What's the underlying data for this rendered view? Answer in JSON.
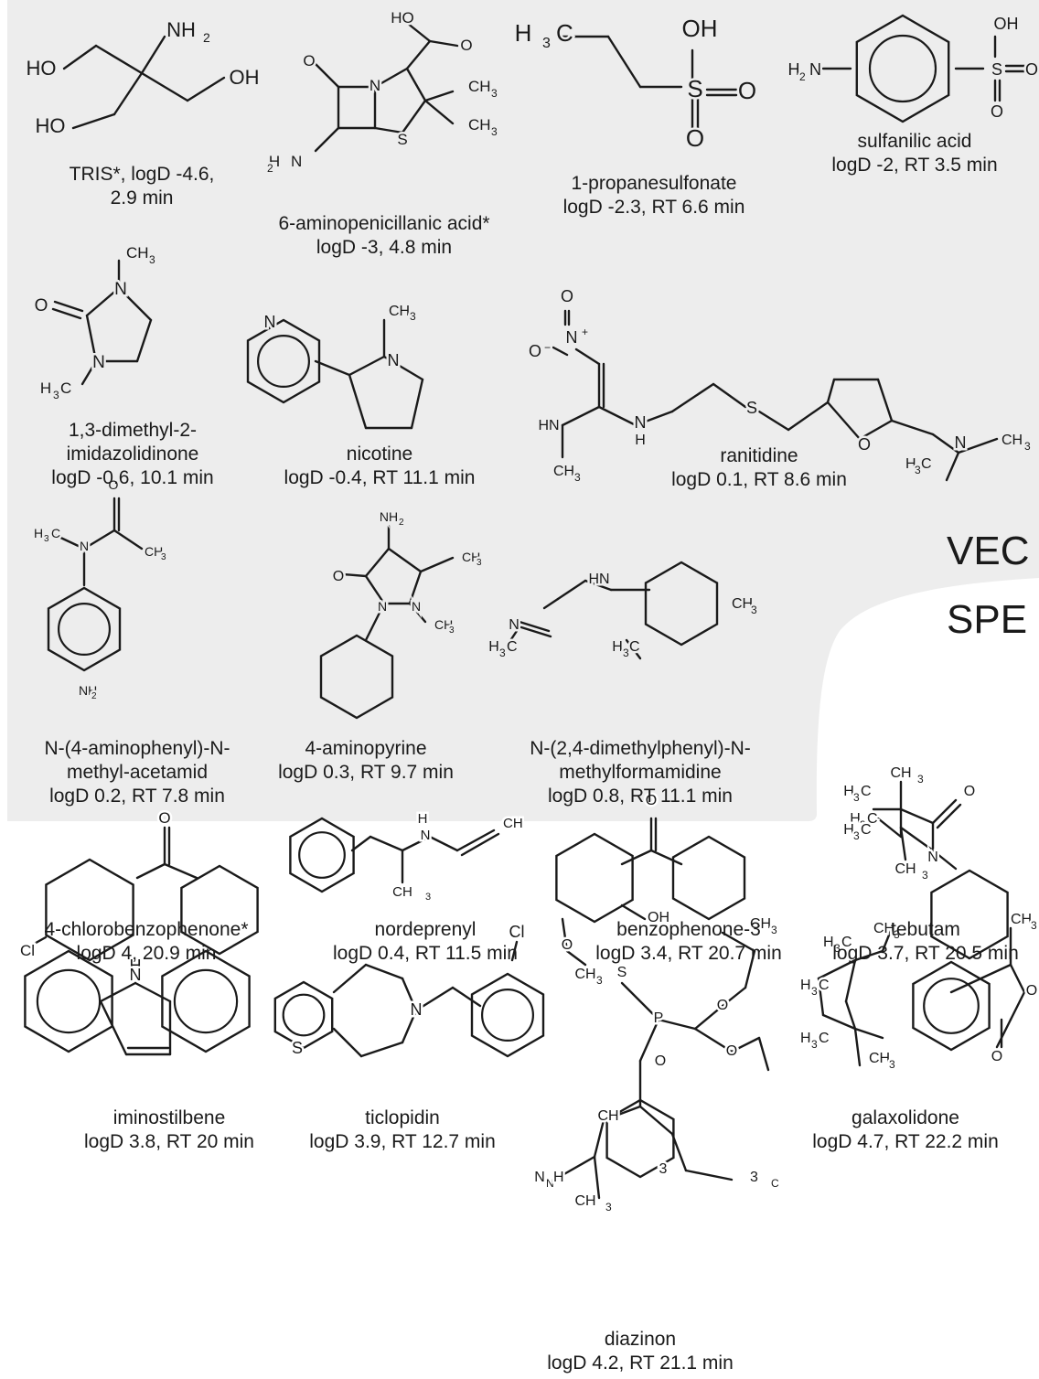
{
  "regions": {
    "vec": "VEC",
    "spe": "SPE"
  },
  "compounds": [
    {
      "id": "tris",
      "lines": [
        "TRIS*, logD -4.6,",
        "2.9 min"
      ],
      "atoms": [
        "HO",
        "HO",
        "OH",
        "NH",
        "2"
      ]
    },
    {
      "id": "apa",
      "lines": [
        "6-aminopenicillanic acid*",
        "logD -3, 4.8 min"
      ],
      "atoms": [
        "HO",
        "O",
        "O",
        "N",
        "S",
        "CH",
        "3",
        "CH",
        "3",
        "H",
        "2",
        "N"
      ]
    },
    {
      "id": "propanesulfonate",
      "lines": [
        "1-propanesulfonate",
        "logD -2.3, RT 6.6 min"
      ],
      "atoms": [
        "H",
        "3",
        "C",
        "OH",
        "S",
        "O",
        "O"
      ]
    },
    {
      "id": "sulfanilic",
      "lines": [
        "sulfanilic acid",
        "logD -2, RT 3.5 min"
      ],
      "atoms": [
        "H",
        "2",
        "N",
        "OH",
        "S",
        "O",
        "O"
      ]
    },
    {
      "id": "dmi",
      "lines": [
        "1,3-dimethyl-2-",
        "imidazolidinone",
        "logD -0.6, 10.1 min"
      ],
      "atoms": [
        "CH",
        "3",
        "O",
        "N",
        "N",
        "H",
        "3",
        "C"
      ]
    },
    {
      "id": "nicotine",
      "lines": [
        "nicotine",
        "logD -0.4, RT 11.1 min"
      ],
      "atoms": [
        "CH",
        "3",
        "N",
        "N"
      ]
    },
    {
      "id": "ranitidine",
      "lines": [
        "ranitidine",
        "logD 0.1, RT 8.6 min"
      ],
      "atoms": [
        "O",
        "N",
        "+",
        "O",
        "−",
        "HN",
        "CH",
        "3",
        "N",
        "H",
        "S",
        "O",
        "N",
        "CH",
        "3",
        "H",
        "3",
        "C"
      ]
    },
    {
      "id": "aminophenylacetamid",
      "lines": [
        "N-(4-aminophenyl)-N-",
        "methyl-acetamid",
        "logD 0.2, RT 7.8 min"
      ],
      "atoms": [
        "O",
        "H",
        "3",
        "C",
        "N",
        "CH",
        "3",
        "NH",
        "2"
      ]
    },
    {
      "id": "aminopyrine",
      "lines": [
        "4-aminopyrine",
        "logD 0.3, RT 9.7 min"
      ],
      "atoms": [
        "NH",
        "2",
        "O",
        "CH",
        "3",
        "N",
        "N",
        "CH",
        "3"
      ]
    },
    {
      "id": "dmpf",
      "lines": [
        "N-(2,4-dimethylphenyl)-N-",
        "methylformamidine",
        "logD 0.8, RT 11.1 min"
      ],
      "atoms": [
        "HN",
        "CH",
        "3",
        "N",
        "H",
        "3",
        "C",
        "H",
        "3",
        "C"
      ]
    },
    {
      "id": "chlorobenzophenone",
      "lines": [
        "4-chlorobenzophenone*",
        "logD 4, 20.9 min"
      ],
      "atoms": [
        "O",
        "Cl"
      ]
    },
    {
      "id": "nordeprenyl",
      "lines": [
        "nordeprenyl",
        "logD 0.4, RT 11.5 min"
      ],
      "atoms": [
        "H",
        "N",
        "CH",
        "CH",
        "3"
      ]
    },
    {
      "id": "benzophenone3",
      "lines": [
        "benzophenone-3",
        "logD 3.4, RT 20.7 min"
      ],
      "atoms": [
        "O",
        "OH",
        "O",
        "CH",
        "3"
      ]
    },
    {
      "id": "tebutam",
      "lines": [
        "tebutam",
        "logD 3.7, RT 20.5 min"
      ],
      "atoms": [
        "CH",
        "3",
        "H",
        "3",
        "C",
        "H",
        "3",
        "C",
        "O",
        "H",
        "3",
        "C",
        "N",
        "CH",
        "3"
      ]
    },
    {
      "id": "iminostilbene",
      "lines": [
        "iminostilbene",
        "logD 3.8, RT 20 min"
      ],
      "atoms": [
        "H",
        "N"
      ]
    },
    {
      "id": "ticlopidin",
      "lines": [
        "ticlopidin",
        "logD 3.9, RT 12.7 min"
      ],
      "atoms": [
        "Cl",
        "N",
        "S"
      ]
    },
    {
      "id": "diazinon",
      "lines": [
        "diazinon",
        "logD 4.2, RT 21.1 min"
      ],
      "atoms": [
        "CH",
        "3",
        "S",
        "P",
        "O",
        "O",
        "O",
        "CH",
        "3",
        "N",
        "N",
        "H",
        "3",
        "C",
        "CH",
        "3",
        "CH",
        "3"
      ]
    },
    {
      "id": "galaxolidone",
      "lines": [
        "galaxolidone",
        "logD 4.7, RT 22.2 min"
      ],
      "atoms": [
        "H",
        "3",
        "C",
        "CH",
        "3",
        "CH",
        "3",
        "H",
        "3",
        "C",
        "O",
        "H",
        "3",
        "C",
        "CH",
        "3",
        "O"
      ]
    }
  ]
}
